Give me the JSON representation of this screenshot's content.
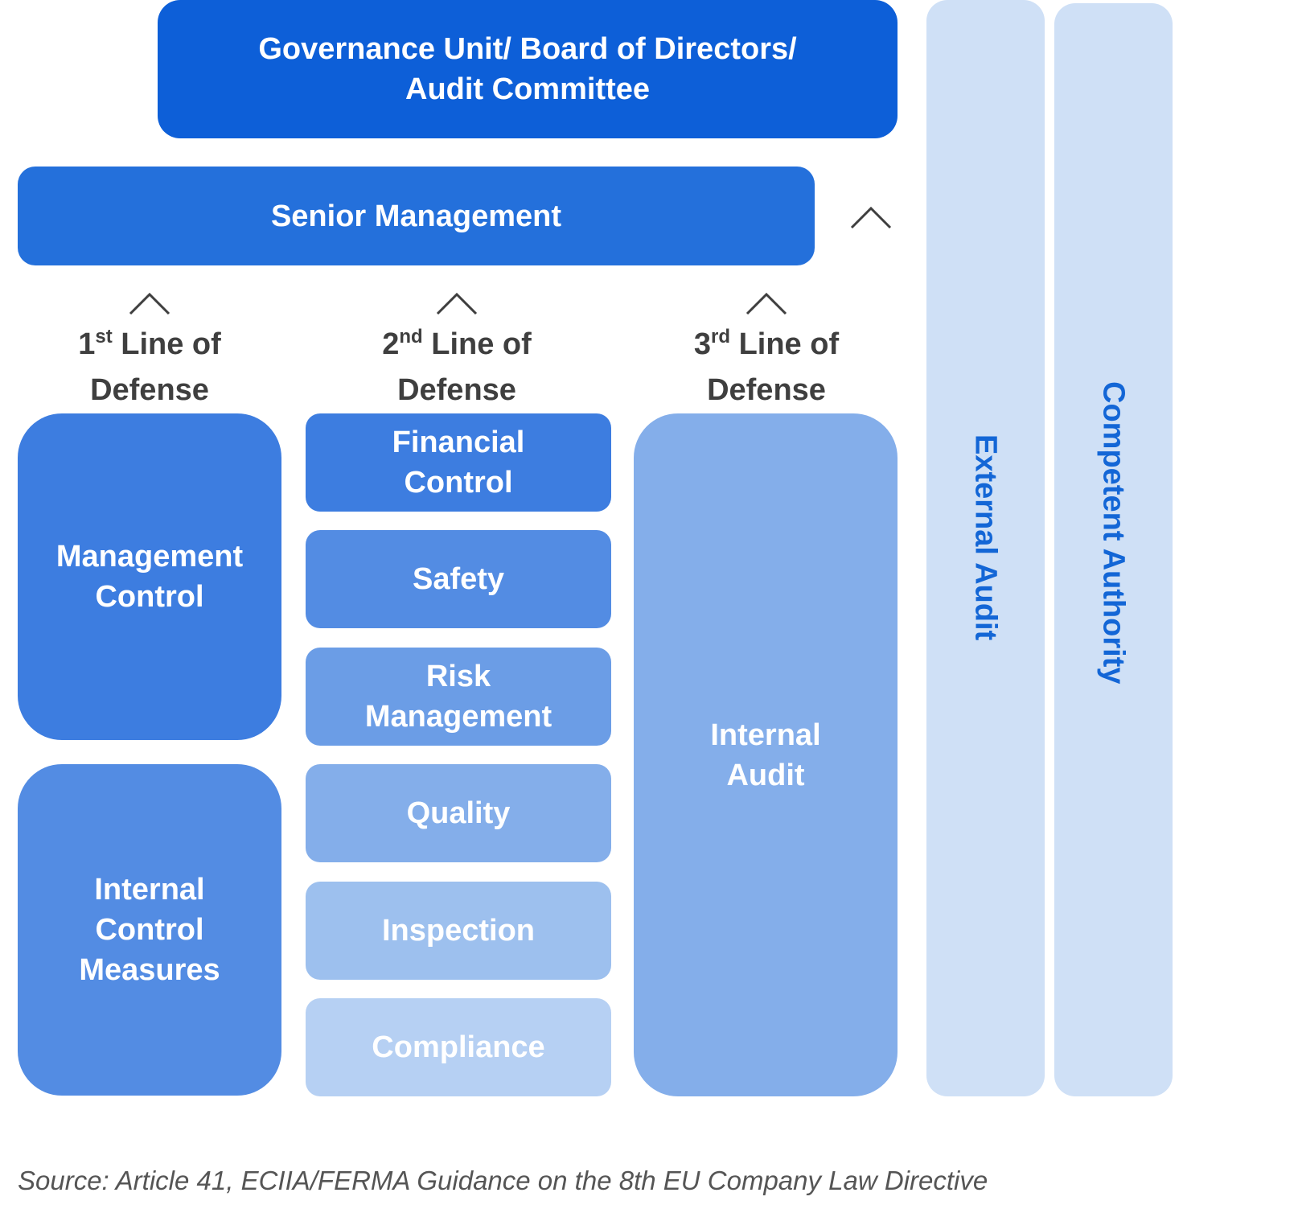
{
  "governance": {
    "line1": "Governance Unit/ Board of Directors/",
    "line2": "Audit Committee"
  },
  "senior_management": "Senior Management",
  "lines_of_defense": [
    {
      "number": "1",
      "suffix": "st",
      "rest": " Line of",
      "line2": "Defense"
    },
    {
      "number": "2",
      "suffix": "nd",
      "rest": " Line of",
      "line2": "Defense"
    },
    {
      "number": "3",
      "suffix": "rd",
      "rest": " Line of",
      "line2": "Defense"
    }
  ],
  "first_line": {
    "management_control": [
      "Management",
      "Control"
    ],
    "internal_control_measures": [
      "Internal",
      "Control",
      "Measures"
    ]
  },
  "second_line": {
    "financial_control": [
      "Financial",
      "Control"
    ],
    "safety": "Safety",
    "risk_management": [
      "Risk",
      "Management"
    ],
    "quality": "Quality",
    "inspection": "Inspection",
    "compliance": "Compliance"
  },
  "third_line": {
    "internal_audit": [
      "Internal",
      "Audit"
    ]
  },
  "external_audit": "External Audit",
  "competent_authority": "Competent Authority",
  "source": "Source: Article 41, ECIIA/FERMA Guidance on the 8th EU Company Law Directive",
  "icons": [
    "caret-up-icon"
  ],
  "colors": {
    "governance": "#0d5fd8",
    "senior_management": "#2470db",
    "first_top": "#3d7de0",
    "first_bottom": "#538ce3",
    "financial_control": "#3d7de0",
    "safety": "#538ce3",
    "risk_management": "#6b9de6",
    "quality": "#84aeea",
    "inspection": "#9dc0ee",
    "compliance": "#b6d0f3",
    "internal_audit": "#84aeea",
    "external_columns": "#cfe0f6",
    "external_text": "#1366d6"
  }
}
